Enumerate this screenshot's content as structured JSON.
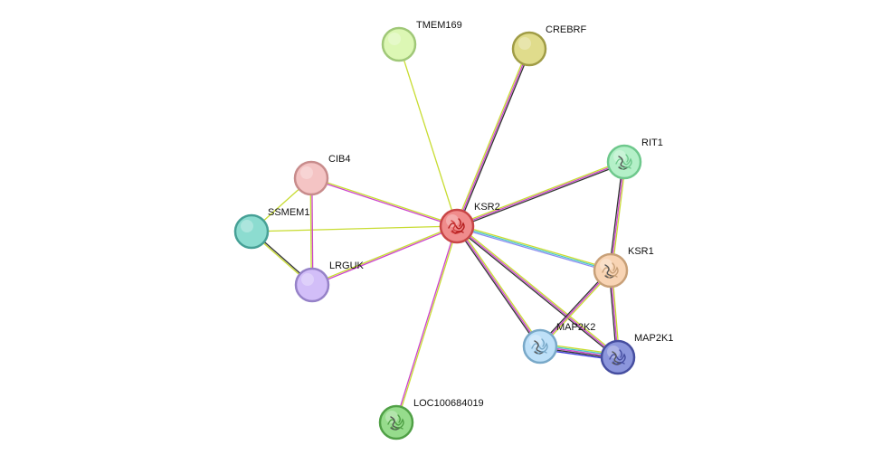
{
  "network": {
    "nodes": [
      {
        "id": "KSR2",
        "label": "KSR2",
        "fill": "#f08c8c",
        "stroke": "#c84646",
        "center": true,
        "structure": true
      },
      {
        "id": "TMEM169",
        "label": "TMEM169",
        "fill": "#dcf7b4",
        "stroke": "#a0c878"
      },
      {
        "id": "CREBRF",
        "label": "CREBRF",
        "fill": "#e0dc8c",
        "stroke": "#a09c46"
      },
      {
        "id": "RIT1",
        "label": "RIT1",
        "fill": "#b4f0c8",
        "stroke": "#6ec88c",
        "structure": true
      },
      {
        "id": "CIB4",
        "label": "CIB4",
        "fill": "#f4c4c4",
        "stroke": "#c88c8c"
      },
      {
        "id": "SSMEM1",
        "label": "SSMEM1",
        "fill": "#8cdcd0",
        "stroke": "#46a096"
      },
      {
        "id": "LRGUK",
        "label": "LRGUK",
        "fill": "#d2bef8",
        "stroke": "#9682c8"
      },
      {
        "id": "KSR1",
        "label": "KSR1",
        "fill": "#f8d4b4",
        "stroke": "#c8a078",
        "structure": true
      },
      {
        "id": "MAP2K2",
        "label": "MAP2K2",
        "fill": "#bee0f8",
        "stroke": "#78a8c8",
        "structure": true
      },
      {
        "id": "MAP2K1",
        "label": "MAP2K1",
        "fill": "#8c96dc",
        "stroke": "#464ea0",
        "structure": true
      },
      {
        "id": "LOC100684019",
        "label": "LOC100684019",
        "fill": "#96dc8c",
        "stroke": "#50a046",
        "structure": true
      }
    ],
    "edges": [
      {
        "a": "KSR2",
        "b": "TMEM169",
        "colors": [
          "#c8dc32"
        ]
      },
      {
        "a": "KSR2",
        "b": "CREBRF",
        "colors": [
          "#c8dc32",
          "#cc44cc",
          "#333333"
        ]
      },
      {
        "a": "KSR2",
        "b": "RIT1",
        "colors": [
          "#c8dc32",
          "#cc44cc",
          "#333333"
        ]
      },
      {
        "a": "KSR2",
        "b": "CIB4",
        "colors": [
          "#cc44cc",
          "#c8dc32"
        ]
      },
      {
        "a": "KSR2",
        "b": "SSMEM1",
        "colors": [
          "#c8dc32"
        ]
      },
      {
        "a": "KSR2",
        "b": "LRGUK",
        "colors": [
          "#cc44cc",
          "#c8dc32"
        ]
      },
      {
        "a": "KSR2",
        "b": "KSR1",
        "colors": [
          "#c8dc32",
          "#46c8c8",
          "#8c8cf0"
        ]
      },
      {
        "a": "KSR2",
        "b": "MAP2K2",
        "colors": [
          "#c8dc32",
          "#cc44cc",
          "#333333"
        ]
      },
      {
        "a": "KSR2",
        "b": "MAP2K1",
        "colors": [
          "#c8dc32",
          "#cc44cc",
          "#333333"
        ]
      },
      {
        "a": "KSR2",
        "b": "LOC100684019",
        "colors": [
          "#c8dc32",
          "#cc44cc"
        ]
      },
      {
        "a": "CIB4",
        "b": "SSMEM1",
        "colors": [
          "#c8dc32"
        ]
      },
      {
        "a": "CIB4",
        "b": "LRGUK",
        "colors": [
          "#cc44cc",
          "#c8dc32"
        ]
      },
      {
        "a": "SSMEM1",
        "b": "LRGUK",
        "colors": [
          "#333333",
          "#c8dc32"
        ]
      },
      {
        "a": "RIT1",
        "b": "KSR1",
        "colors": [
          "#c8dc32",
          "#cc44cc",
          "#333333"
        ]
      },
      {
        "a": "KSR1",
        "b": "MAP2K2",
        "colors": [
          "#c8dc32",
          "#cc44cc",
          "#333333"
        ]
      },
      {
        "a": "KSR1",
        "b": "MAP2K1",
        "colors": [
          "#c8dc32",
          "#cc44cc",
          "#333333"
        ]
      },
      {
        "a": "MAP2K2",
        "b": "MAP2K1",
        "colors": [
          "#c8dc32",
          "#46c8c8",
          "#cc44cc",
          "#333333",
          "#3c3cdc"
        ]
      }
    ]
  }
}
